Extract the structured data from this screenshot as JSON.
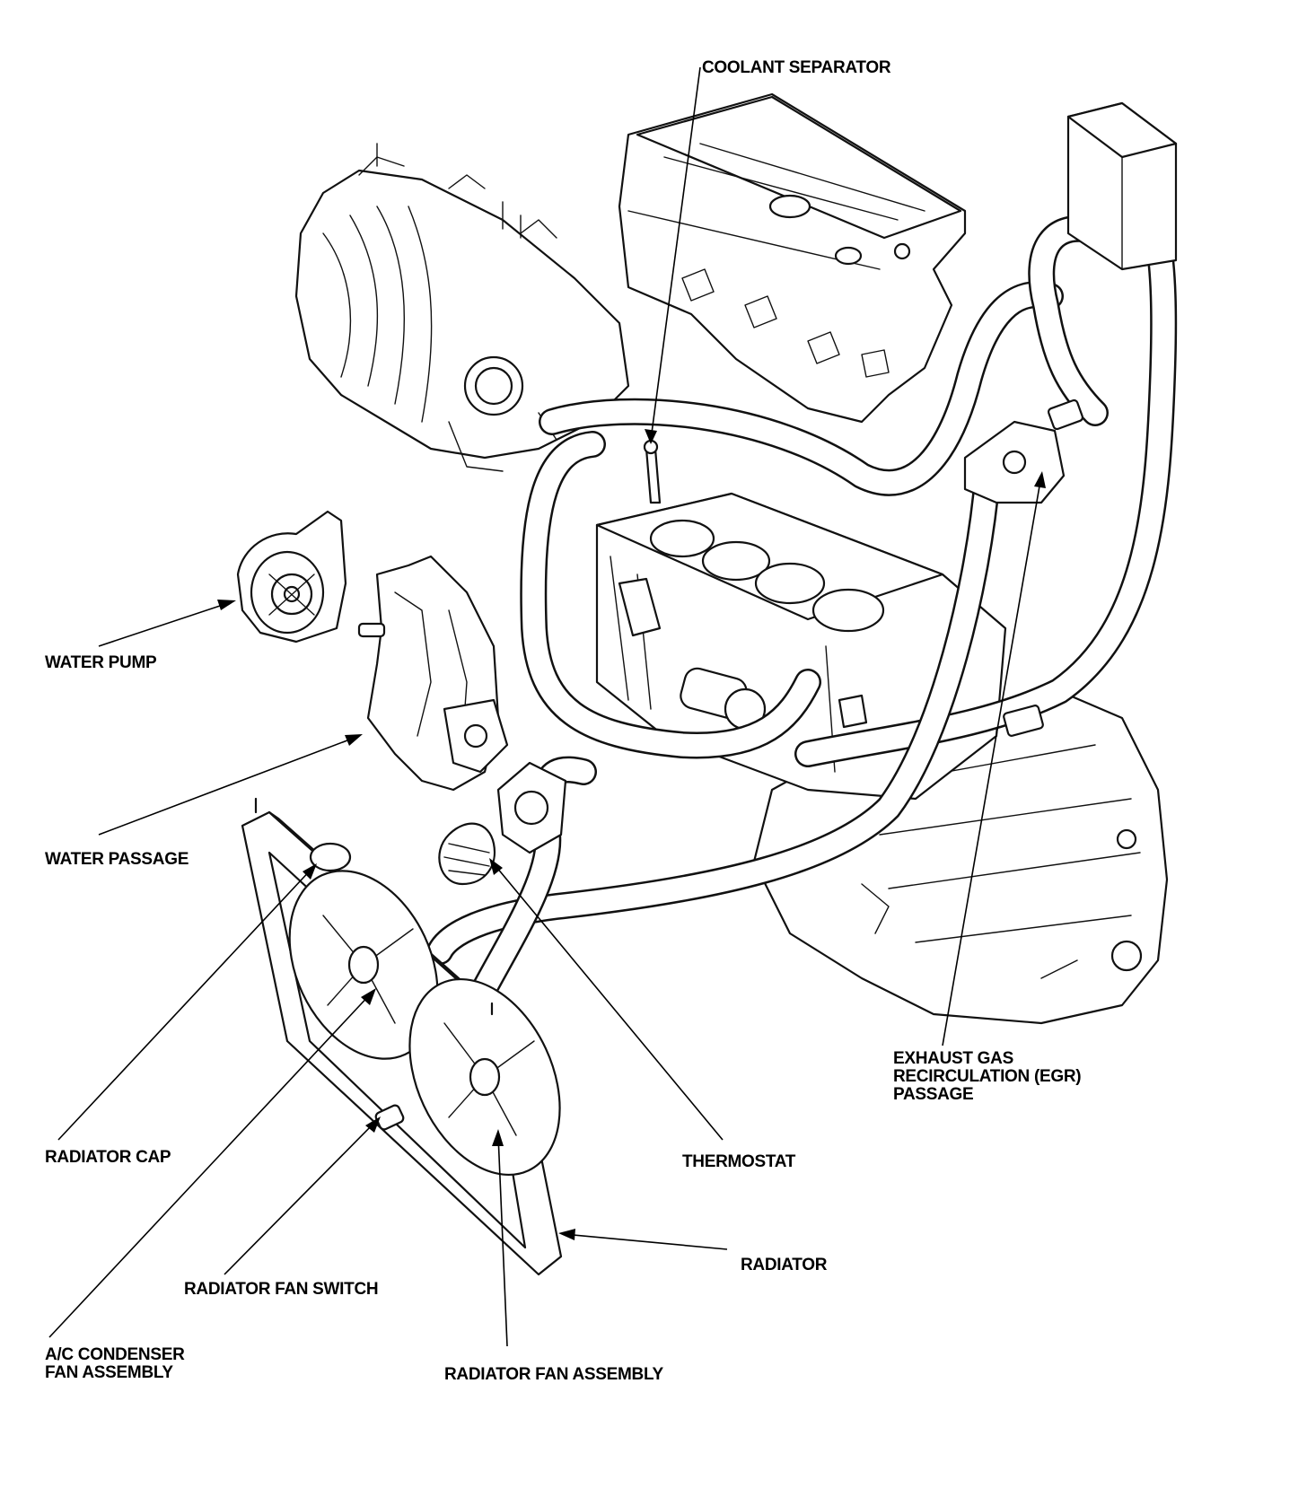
{
  "labels": {
    "coolant_separator": "COOLANT SEPARATOR",
    "water_pump": "WATER PUMP",
    "water_passage": "WATER PASSAGE",
    "egr_passage_line1": "EXHAUST GAS",
    "egr_passage_line2": "RECIRCULATION (EGR)",
    "egr_passage_line3": "PASSAGE",
    "radiator_cap": "RADIATOR CAP",
    "thermostat": "THERMOSTAT",
    "radiator": "RADIATOR",
    "radiator_fan_switch": "RADIATOR FAN SWITCH",
    "ac_condenser_line1": "A/C CONDENSER",
    "ac_condenser_line2": "FAN ASSEMBLY",
    "radiator_fan_assembly": "RADIATOR FAN ASSEMBLY"
  }
}
